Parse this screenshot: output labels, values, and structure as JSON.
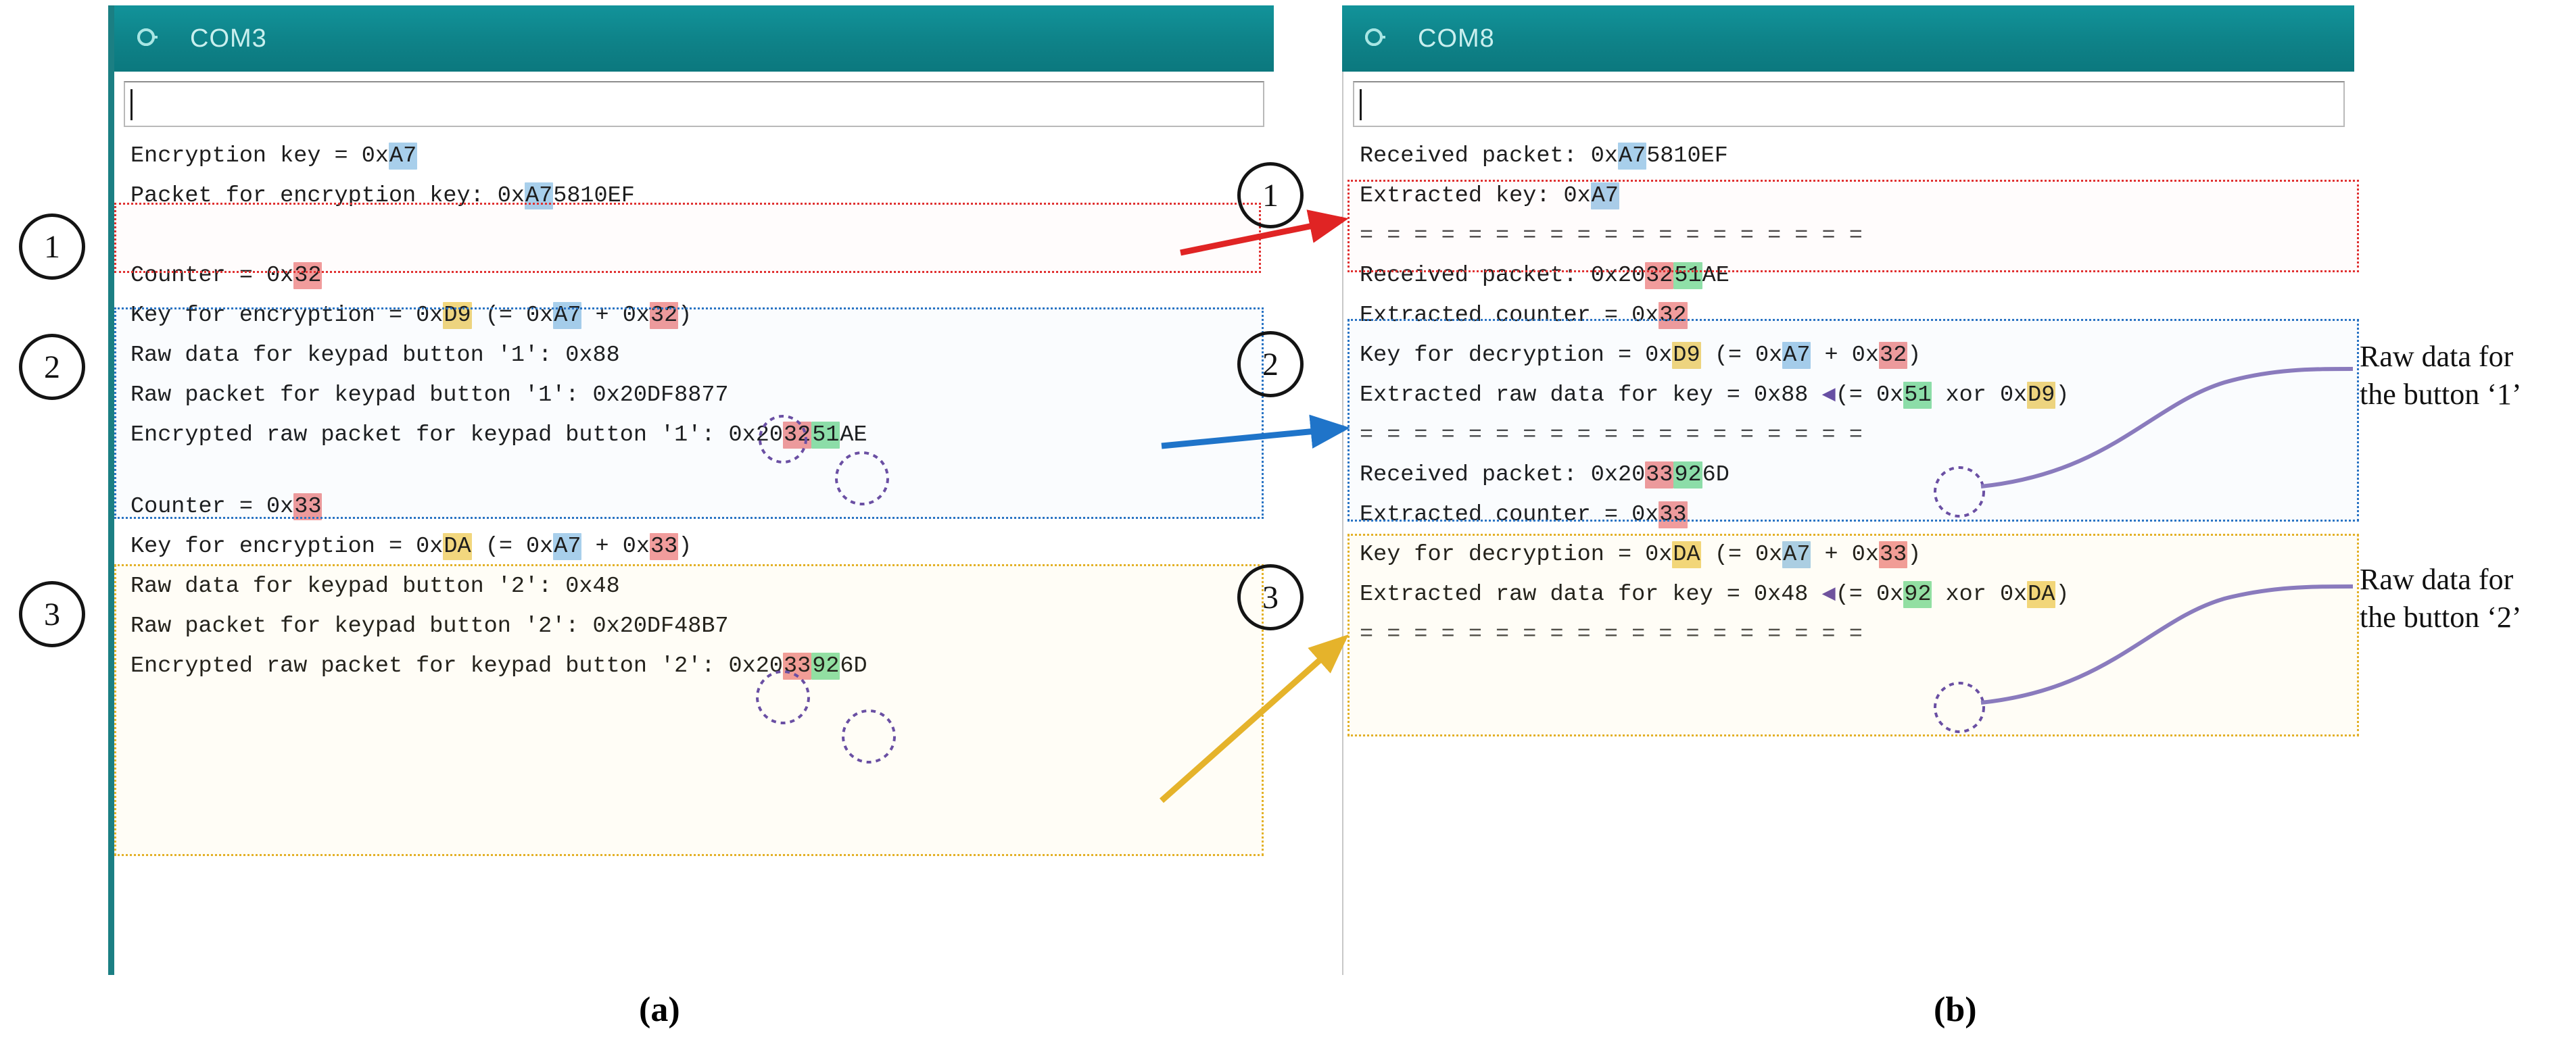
{
  "figure": {
    "caption_a": "(a)",
    "caption_b": "(b)"
  },
  "panel_a": {
    "window_title": "COM3",
    "icon": "arduino-infinity-icon",
    "input_value": "",
    "input_placeholder": "",
    "steps": [
      "1",
      "2",
      "3"
    ],
    "block1": {
      "line1_pre": "Encryption key = 0x",
      "line1_key": "A7",
      "line2_pre": "Packet for encryption key: 0x",
      "line2_key": "A7",
      "line2_post": "5810EF"
    },
    "block2": {
      "line1_pre": "Counter = 0x",
      "line1_ctr": "32",
      "line2_pre": "Key for encryption = 0x",
      "line2_key": "D9",
      "line2_mid": " (= 0x",
      "line2_base": "A7",
      "line2_plus": " + 0x",
      "line2_ctr": "32",
      "line2_end": ")",
      "line3": "Raw data for keypad button '1': 0x88",
      "line4": "Raw packet for keypad button '1': 0x20DF8877",
      "line5_pre": "Encrypted raw packet for keypad button '1': 0x20",
      "line5_ctr": "32",
      "line5_data": "51",
      "line5_post": "AE"
    },
    "block3": {
      "line1_pre": "Counter = 0x",
      "line1_ctr": "33",
      "line2_pre": "Key for encryption = 0x",
      "line2_key": "DA",
      "line2_mid": " (= 0x",
      "line2_base": "A7",
      "line2_plus": " + 0x",
      "line2_ctr": "33",
      "line2_end": ")",
      "line3": "Raw data for keypad button '2': 0x48",
      "line4": "Raw packet for keypad button '2': 0x20DF48B7",
      "line5_pre": "Encrypted raw packet for keypad button '2': 0x20",
      "line5_ctr": "33",
      "line5_data": "92",
      "line5_post": "6D"
    }
  },
  "panel_b": {
    "window_title": "COM8",
    "icon": "arduino-infinity-icon",
    "input_value": "",
    "input_placeholder": "",
    "steps": [
      "1",
      "2",
      "3"
    ],
    "separator": "= = = = = = = = = = = = = = = = = = =",
    "block1": {
      "line1_pre": "Received packet: 0x",
      "line1_key": "A7",
      "line1_post": "5810EF",
      "line2_pre": "Extracted key: 0x",
      "line2_key": "A7"
    },
    "block2": {
      "line1_pre": "Received packet: 0x20",
      "line1_ctr": "32",
      "line1_data": "51",
      "line1_post": "AE",
      "line2_pre": "Extracted counter = 0x",
      "line2_ctr": "32",
      "line3_pre": "Key for decryption = 0x",
      "line3_key": "D9",
      "line3_mid": " (= 0x",
      "line3_base": "A7",
      "line3_plus": " + 0x",
      "line3_ctr": "32",
      "line3_end": ")",
      "line4_pre": "Extracted raw data for key = 0x88 ",
      "line4_arrow": "◀",
      "line4_mid": "(= 0x",
      "line4_data": "51",
      "line4_xor": " xor 0x",
      "line4_key": "D9",
      "line4_end": ")"
    },
    "block3": {
      "line1_pre": "Received packet: 0x20",
      "line1_ctr": "33",
      "line1_data": "92",
      "line1_post": "6D",
      "line2_pre": "Extracted counter = 0x",
      "line2_ctr": "33",
      "line3_pre": "Key for decryption = 0x",
      "line3_key": "DA",
      "line3_mid": " (= 0x",
      "line3_base": "A7",
      "line3_plus": " + 0x",
      "line3_ctr": "33",
      "line3_end": ")",
      "line4_pre": "Extracted raw data for key = 0x48 ",
      "line4_arrow": "◀",
      "line4_mid": "(= 0x",
      "line4_data": "92",
      "line4_xor": " xor 0x",
      "line4_key": "DA",
      "line4_end": ")"
    }
  },
  "annotations": {
    "note1": "Raw data for\nthe button ‘1’",
    "note2": "Raw data for\nthe button ‘2’"
  },
  "colors": {
    "titlebar": "#0e8288",
    "title_text": "#c9efee",
    "highlight_blue": "#a8cfeb",
    "highlight_red": "#f19c9c",
    "highlight_green": "#8fe0a8",
    "highlight_yellow": "#f2d77e",
    "box_red": "#e03131",
    "box_blue": "#2a74c4",
    "box_yellow": "#e3b128",
    "arrow_purple": "#6a4fa3"
  }
}
